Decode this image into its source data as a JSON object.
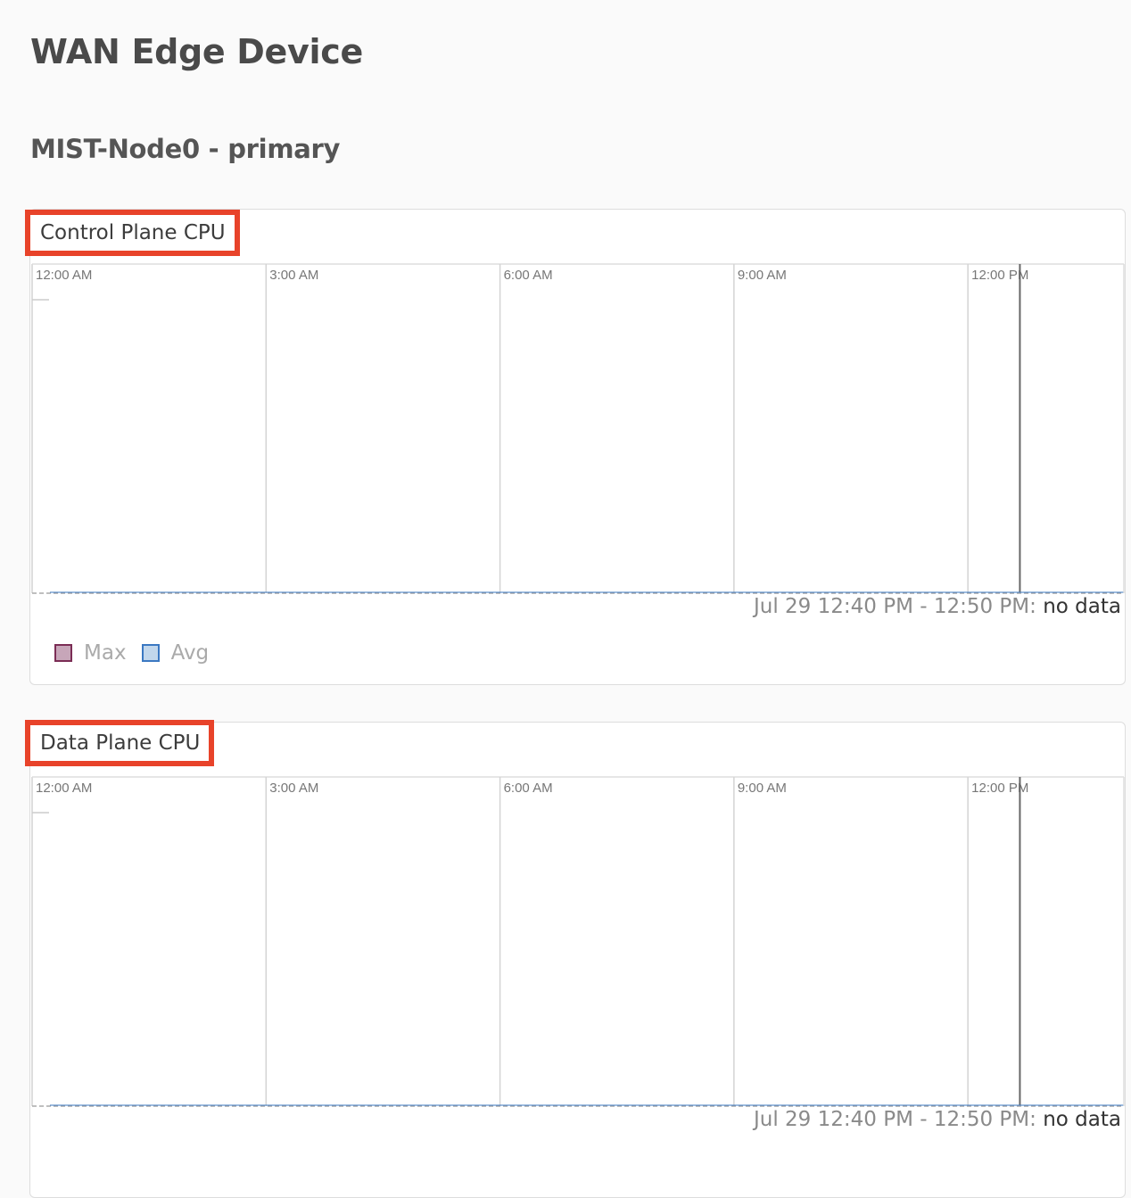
{
  "header": {
    "title": "WAN Edge Device",
    "subtitle": "MIST-Node0 - primary"
  },
  "colors": {
    "max": "#7b2d55",
    "max_fill": "#c7a6b9",
    "avg": "#3b78c2",
    "avg_fill": "#c2d7ec",
    "highlight": "#e8432a"
  },
  "legend": [
    {
      "label": "Max",
      "color": "#7b2d55"
    },
    {
      "label": "Avg",
      "color": "#3b78c2"
    }
  ],
  "chart_data": [
    {
      "type": "line",
      "title": "Control Plane CPU",
      "x_ticks": [
        "12:00 AM",
        "3:00 AM",
        "6:00 AM",
        "9:00 AM",
        "12:00 PM"
      ],
      "x_range": [
        "12:00 AM",
        "2:00 PM"
      ],
      "ylim": [
        0,
        100
      ],
      "cursor": "12:40 PM",
      "series": [
        {
          "name": "Max",
          "values": []
        },
        {
          "name": "Avg",
          "values": []
        }
      ],
      "grid": true,
      "legend": "bottom-left",
      "hover_range": "Jul 29 12:40 PM - 12:50 PM:",
      "hover_value": "no data"
    },
    {
      "type": "line",
      "title": "Data Plane CPU",
      "x_ticks": [
        "12:00 AM",
        "3:00 AM",
        "6:00 AM",
        "9:00 AM",
        "12:00 PM"
      ],
      "x_range": [
        "12:00 AM",
        "2:00 PM"
      ],
      "ylim": [
        0,
        100
      ],
      "cursor": "12:40 PM",
      "series": [
        {
          "name": "Max",
          "values": []
        },
        {
          "name": "Avg",
          "values": []
        }
      ],
      "grid": true,
      "legend": "bottom-left",
      "hover_range": "Jul 29 12:40 PM - 12:50 PM:",
      "hover_value": "no data"
    }
  ]
}
